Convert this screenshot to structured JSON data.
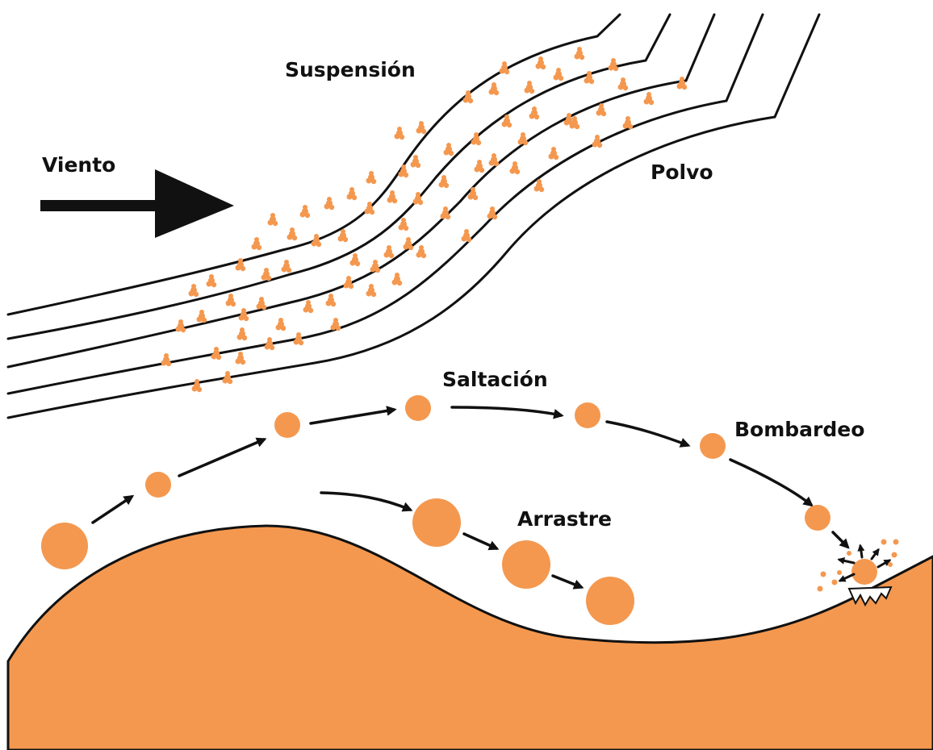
{
  "labels": {
    "wind": "Viento",
    "suspension": "Suspensión",
    "dust": "Polvo",
    "saltation": "Saltación",
    "bombardment": "Bombardeo",
    "drag": "Arrastre"
  },
  "colors": {
    "grain": "#f4984f",
    "ground": "#f4984f",
    "line": "#111111",
    "background": "#ffffff"
  }
}
